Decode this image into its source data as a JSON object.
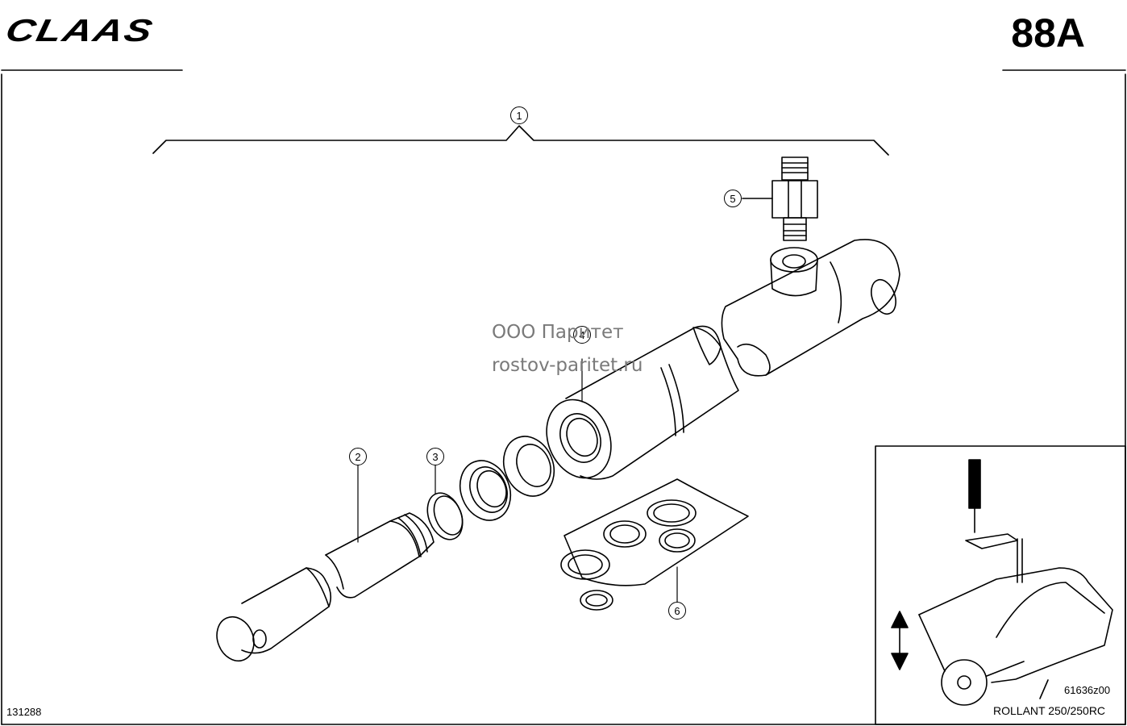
{
  "header": {
    "brand": "CLAAS",
    "page_number": "88A"
  },
  "watermark": {
    "line1": "ООО Паритет",
    "line2": "rostov-paritet.ru"
  },
  "callouts": [
    "1",
    "2",
    "3",
    "4",
    "5",
    "6"
  ],
  "footer": {
    "drawing_number": "131288"
  },
  "inset": {
    "image_code": "61636z00",
    "model": "ROLLANT 250/250RC"
  }
}
